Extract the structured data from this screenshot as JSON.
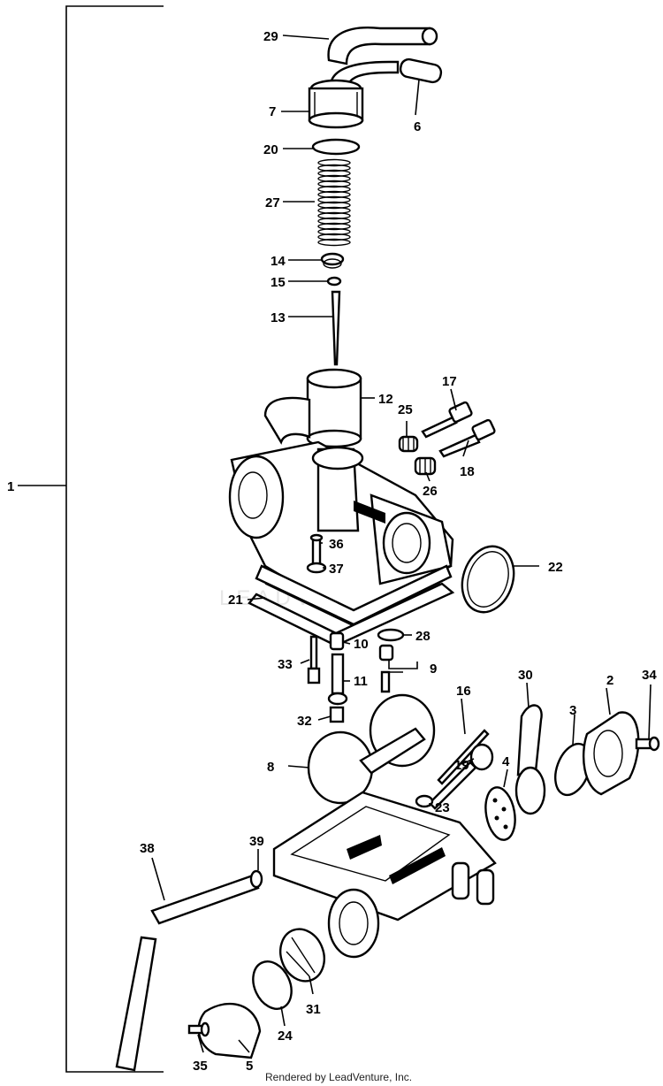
{
  "diagram": {
    "footer": "Rendered by LeadVenture, Inc.",
    "watermark": "LEADVENTURE",
    "callouts": [
      "1",
      "2",
      "3",
      "4",
      "5",
      "6",
      "7",
      "8",
      "9",
      "10",
      "11",
      "12",
      "13",
      "14",
      "15",
      "16",
      "17",
      "18",
      "19",
      "20",
      "21",
      "22",
      "23",
      "24",
      "25",
      "26",
      "27",
      "28",
      "29",
      "30",
      "31",
      "32",
      "33",
      "34",
      "35",
      "36",
      "37",
      "38",
      "39"
    ]
  }
}
